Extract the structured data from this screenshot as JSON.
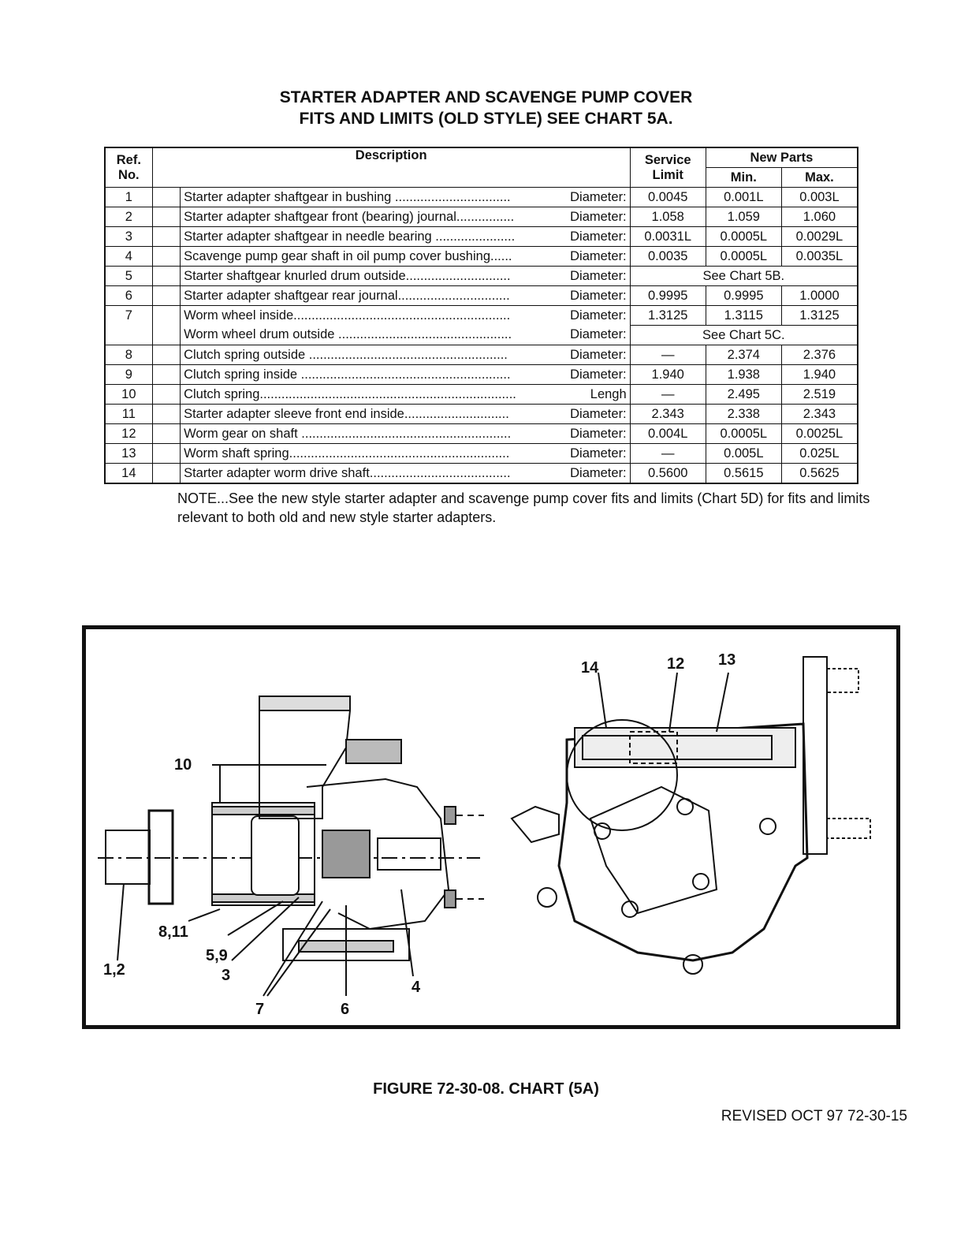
{
  "title": {
    "line1": "STARTER ADAPTER AND SCAVENGE PUMP COVER",
    "line2": "FITS AND LIMITS (OLD STYLE) SEE CHART 5A."
  },
  "table": {
    "headers": {
      "ref_line1": "Ref.",
      "ref_line2": "No.",
      "description": "Description",
      "service_line1": "Service",
      "service_line2": "Limit",
      "new_parts": "New Parts",
      "min": "Min.",
      "max": "Max."
    },
    "rows": [
      {
        "ref": "1",
        "desc": "Starter adapter shaftgear in bushing ................................",
        "measure": "Diameter:",
        "service": "0.0045",
        "min": "0.001L",
        "max": "0.003L"
      },
      {
        "ref": "2",
        "desc": "Starter adapter shaftgear front (bearing) journal................",
        "measure": "Diameter:",
        "service": "1.058",
        "min": "1.059",
        "max": "1.060"
      },
      {
        "ref": "3",
        "desc": "Starter adapter shaftgear in needle bearing ......................",
        "measure": "Diameter:",
        "service": "0.0031L",
        "min": "0.0005L",
        "max": "0.0029L"
      },
      {
        "ref": "4",
        "desc": "Scavenge pump gear shaft in oil pump cover bushing......",
        "measure": "Diameter:",
        "service": "0.0035",
        "min": "0.0005L",
        "max": "0.0035L"
      },
      {
        "ref": "5",
        "desc": "Starter shaftgear knurled drum outside.............................",
        "measure": "Diameter:",
        "see": "See Chart 5B."
      },
      {
        "ref": "6",
        "desc": "Starter adapter shaftgear rear journal...............................",
        "measure": "Diameter:",
        "service": "0.9995",
        "min": "0.9995",
        "max": "1.0000"
      },
      {
        "ref": "7",
        "desc": "Worm wheel inside............................................................",
        "measure": "Diameter:",
        "service": "1.3125",
        "min": "1.3115",
        "max": "1.3125"
      },
      {
        "ref": "",
        "desc": "Worm wheel drum outside ................................................",
        "measure": "Diameter:",
        "see": "See Chart 5C."
      },
      {
        "ref": "8",
        "desc": "Clutch spring outside .......................................................",
        "measure": "Diameter:",
        "service": "—",
        "min": "2.374",
        "max": "2.376"
      },
      {
        "ref": "9",
        "desc": "Clutch spring inside ..........................................................",
        "measure": "Diameter:",
        "service": "1.940",
        "min": "1.938",
        "max": "1.940"
      },
      {
        "ref": "10",
        "desc": "Clutch spring.......................................................................",
        "measure": "Lengh",
        "service": "—",
        "min": "2.495",
        "max": "2.519"
      },
      {
        "ref": "11",
        "desc": "Starter adapter sleeve front end inside.............................",
        "measure": "Diameter:",
        "service": "2.343",
        "min": "2.338",
        "max": "2.343"
      },
      {
        "ref": "12",
        "desc": "Worm gear on shaft ..........................................................",
        "measure": "Diameter:",
        "service": "0.004L",
        "min": "0.0005L",
        "max": "0.0025L"
      },
      {
        "ref": "13",
        "desc": "Worm shaft spring.............................................................",
        "measure": "Diameter:",
        "service": "—",
        "min": "0.005L",
        "max": "0.025L"
      },
      {
        "ref": "14",
        "desc": "Starter adapter worm drive shaft.......................................",
        "measure": "Diameter:",
        "service": "0.5600",
        "min": "0.5615",
        "max": "0.5625"
      }
    ]
  },
  "note": "NOTE...See the new style starter adapter and scavenge pump cover fits and limits (Chart 5D) for fits and limits relevant to both old and new style starter adapters.",
  "figure_labels": {
    "l10": "10",
    "l8_11": "8,11",
    "l5_9": "5,9",
    "l1_2": "1,2",
    "l3": "3",
    "l7": "7",
    "l6": "6",
    "l4": "4",
    "l14": "14",
    "l12": "12",
    "l13": "13"
  },
  "caption": "FIGURE 72-30-08. CHART (5A)",
  "footer": "REVISED OCT 97  72-30-15"
}
